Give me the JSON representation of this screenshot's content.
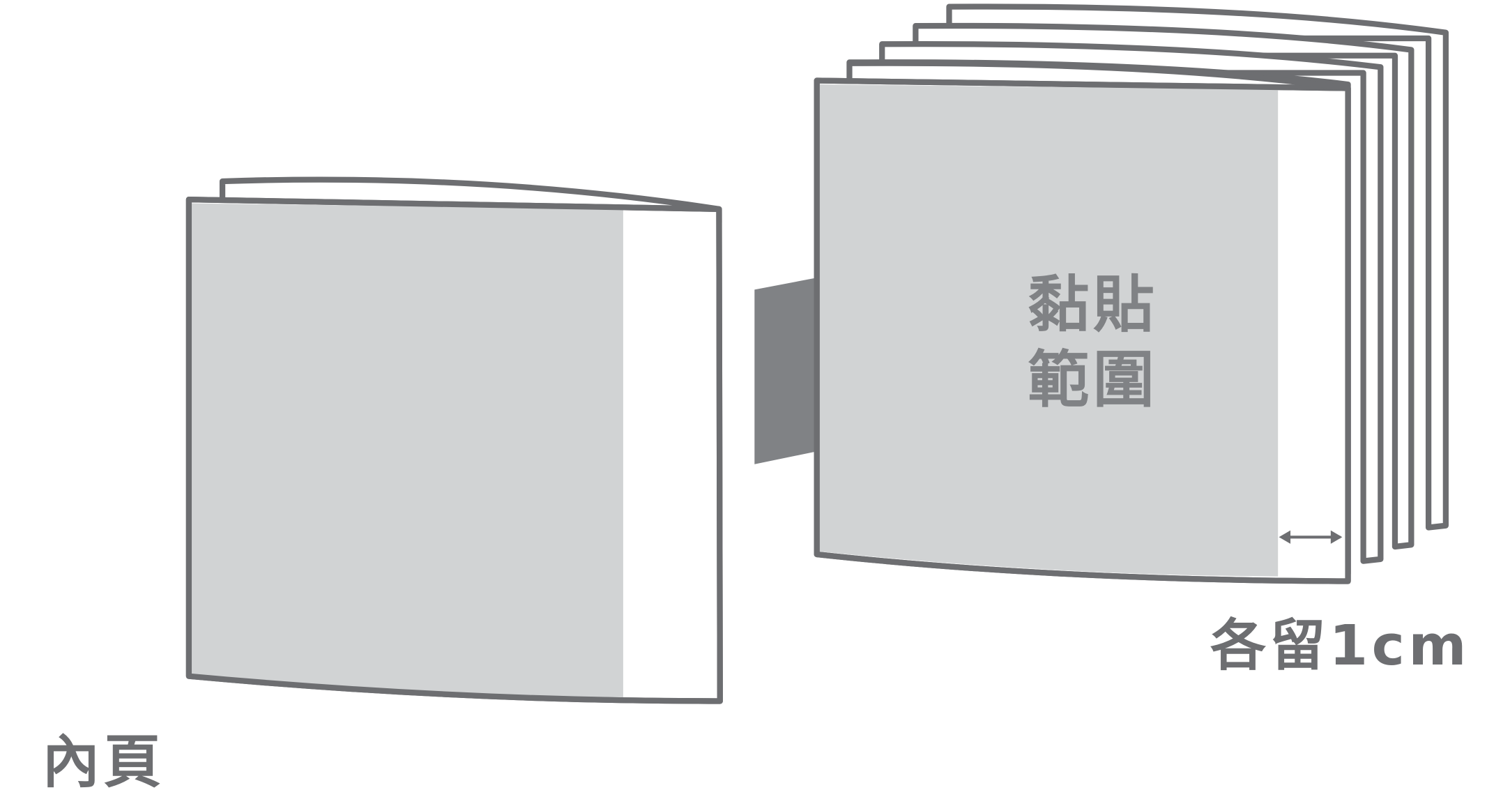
{
  "labels": {
    "inner_page": "內頁",
    "glue_area_line1": "黏貼",
    "glue_area_line2": "範圍",
    "margin_note": "各留1cm"
  },
  "colors": {
    "outline": "#6d6e71",
    "glue_fill": "#d1d3d4",
    "paper": "#ffffff",
    "arrow": "#808285",
    "label_text": "#6d6e71"
  }
}
